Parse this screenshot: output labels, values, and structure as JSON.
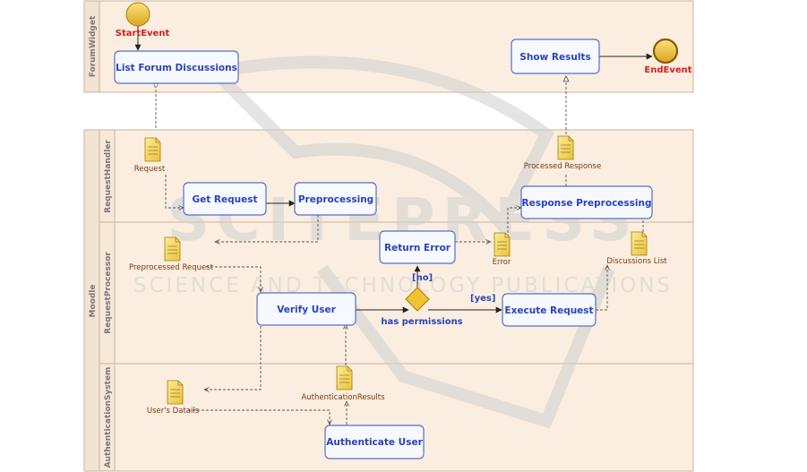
{
  "lanes": {
    "forum_widget": "ForumWidget",
    "moodle": "Moodle",
    "request_handler": "RequestHandler",
    "request_processor": "RequestProcessor",
    "authentication_system": "AuthenticationSystem"
  },
  "events": {
    "start": "StartEvent",
    "end": "EndEvent"
  },
  "activities": {
    "list_forum": "List Forum Discussions",
    "show_results": "Show Results",
    "get_request": "Get Request",
    "preprocessing": "Preprocessing",
    "response_preprocessing": "Response Preprocessing",
    "return_error": "Return Error",
    "verify_user": "Verify User",
    "execute_request": "Execute Request",
    "authenticate_user": "Authenticate User"
  },
  "gateway": {
    "label": "has permissions",
    "yes": "[yes]",
    "no": "[no]"
  },
  "documents": {
    "request": "Request",
    "processed_response": "Processed Response",
    "preprocessed_request": "Preprocessed Request",
    "error": "Error",
    "discussions_list": "Discussions List",
    "authentication_results": "AuthenticationResults",
    "users_details": "User's Datails"
  },
  "watermark": {
    "title": "SCITEPRESS",
    "subtitle": "SCIENCE AND TECHNOLOGY PUBLICATIONS"
  },
  "colors": {
    "pool_fill": "#fbeee0",
    "pool_border": "#c9b39c",
    "activity_border": "#5470c8",
    "activity_text": "#2a44b8",
    "event_fill": "#f1c232",
    "document_fill": "#f6d65a",
    "event_label": "#d02020"
  }
}
